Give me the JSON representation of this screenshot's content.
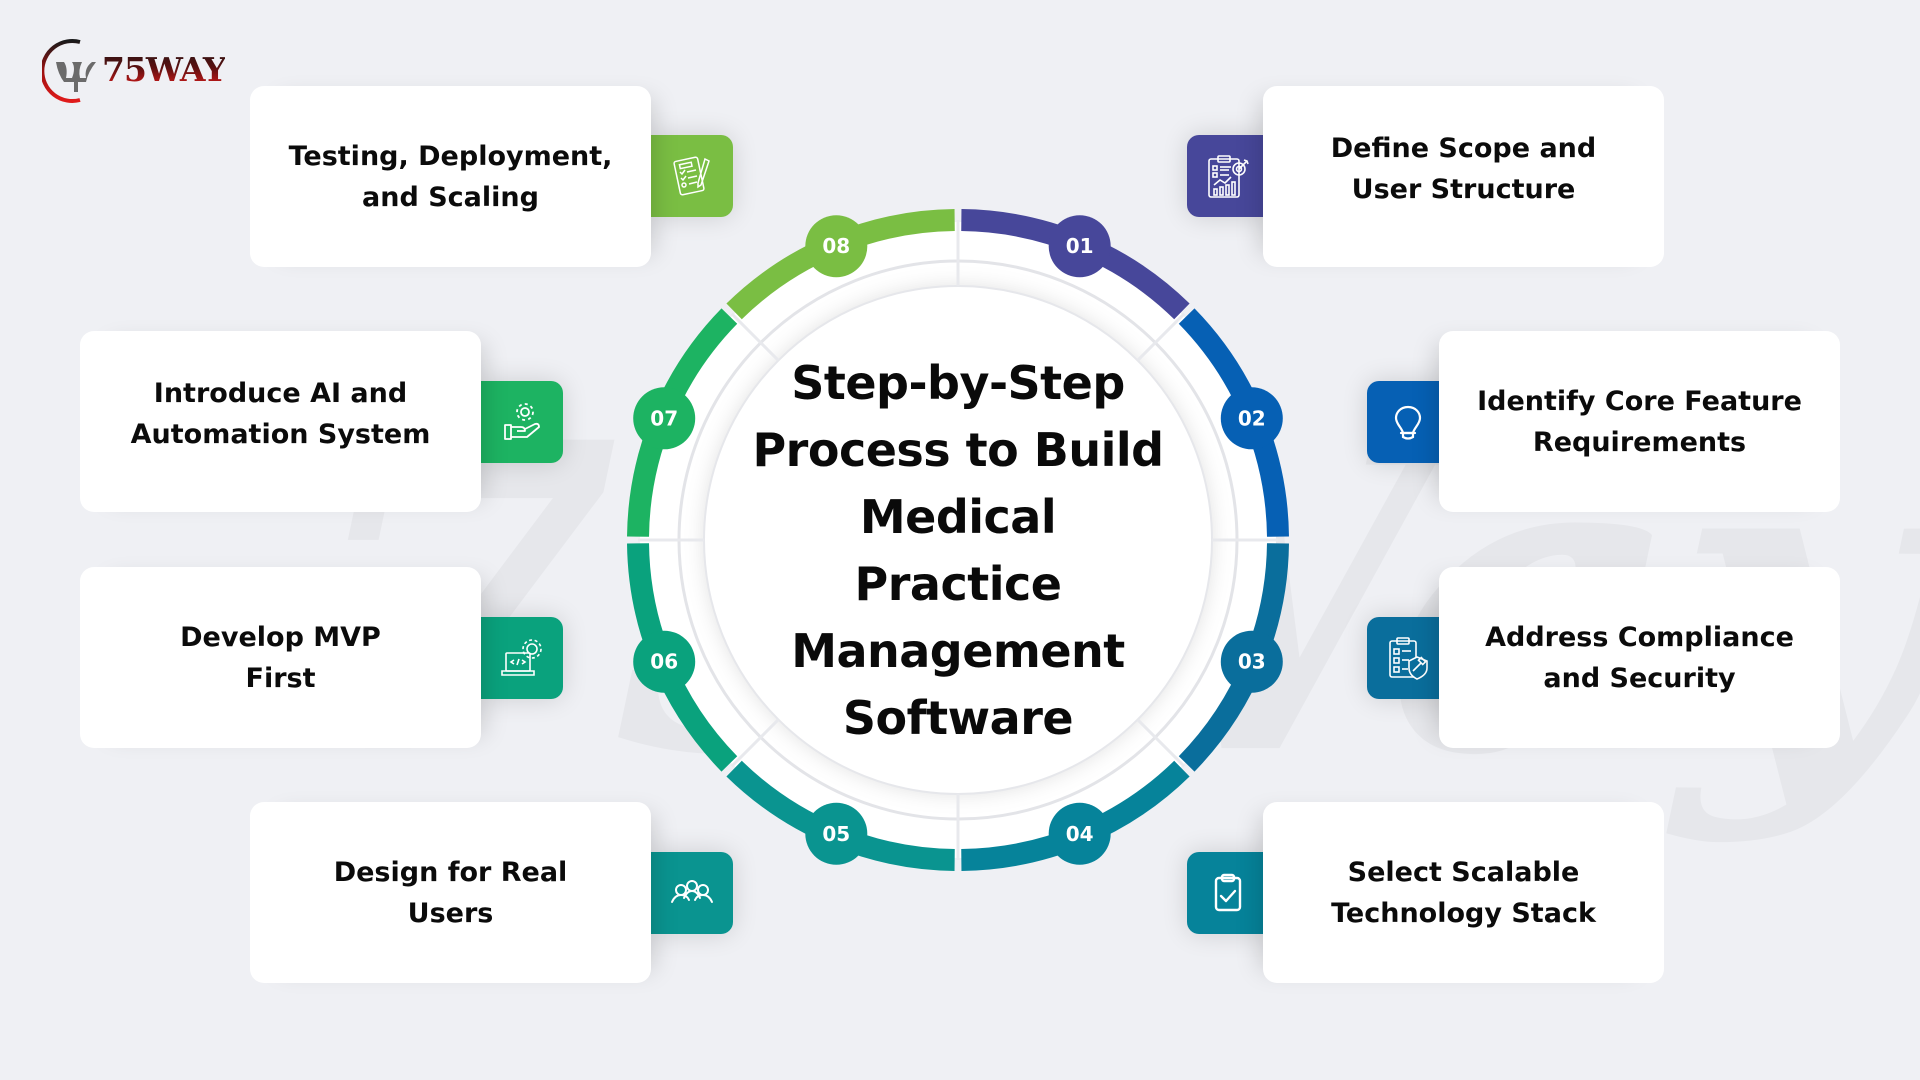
{
  "brand": {
    "logo_text": "75WAY",
    "watermark_text": "75Way",
    "colors": {
      "logo_red": "#e01b1b",
      "logo_dark": "#2a1414"
    }
  },
  "title": {
    "lines": [
      "Step-by-Step",
      "Process to Build",
      "Medical",
      "Practice",
      "Management",
      "Software"
    ]
  },
  "steps": [
    {
      "number": "01",
      "label": "Define Scope and\nUser Structure",
      "icon": "clipboard-target-chart-icon",
      "color": "#47479a"
    },
    {
      "number": "02",
      "label": "Identify Core Feature\nRequirements",
      "icon": "lightbulb-icon",
      "color": "#0660b4"
    },
    {
      "number": "03",
      "label": "Address Compliance\nand Security",
      "icon": "checklist-shield-gavel-icon",
      "color": "#0a6e9c"
    },
    {
      "number": "04",
      "label": "Select Scalable\nTechnology Stack",
      "icon": "clipboard-check-icon",
      "color": "#06839a"
    },
    {
      "number": "05",
      "label": "Design for Real\nUsers",
      "icon": "users-group-icon",
      "color": "#0a9490"
    },
    {
      "number": "06",
      "label": "Develop MVP\nFirst",
      "icon": "laptop-code-gear-icon",
      "color": "#0aa27d"
    },
    {
      "number": "07",
      "label": "Introduce AI and\nAutomation System",
      "icon": "hand-gear-icon",
      "color": "#1db362"
    },
    {
      "number": "08",
      "label": "Testing, Deployment,\nand Scaling",
      "icon": "document-checklist-pen-icon",
      "color": "#7abe43"
    }
  ]
}
